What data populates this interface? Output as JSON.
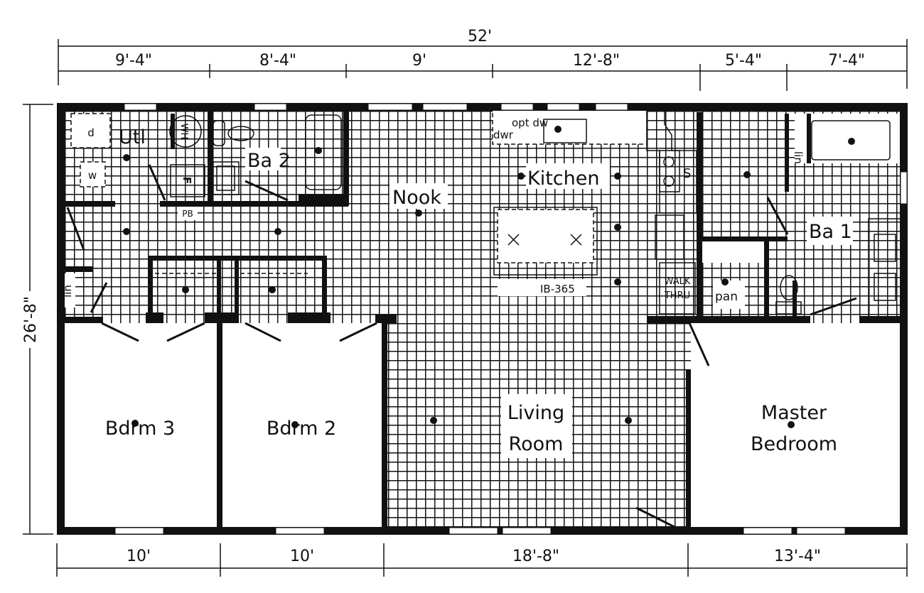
{
  "dimensions": {
    "overall_width": "52'",
    "top_segments": [
      "9'-4\"",
      "8'-4\"",
      "9'",
      "12'-8\"",
      "5'-4\"",
      "7'-4\""
    ],
    "bottom_segments": [
      "10'",
      "10'",
      "18'-8\"",
      "13'-4\""
    ],
    "depth": "26'-8\""
  },
  "rooms": {
    "utility": "Utl",
    "bath2": "Ba 2",
    "nook": "Nook",
    "kitchen": "Kitchen",
    "bath1": "Ba 1",
    "bedroom3": "Bdrm 3",
    "bedroom2": "Bdrm 2",
    "living_line1": "Living",
    "living_line2": "Room",
    "master_line1": "Master",
    "master_line2": "Bedroom"
  },
  "labels": {
    "dryer": "d",
    "washer": "w",
    "water_heater": "WH",
    "furnace": "F",
    "pb": "PB",
    "opt_dw": "opt dw",
    "dwr": "dwr",
    "stove": "S",
    "island": "IB-365",
    "walk_thru_1": "WALK",
    "walk_thru_2": "THRU",
    "pantry": "pan",
    "linen1": "lin",
    "linen2": "lin"
  }
}
